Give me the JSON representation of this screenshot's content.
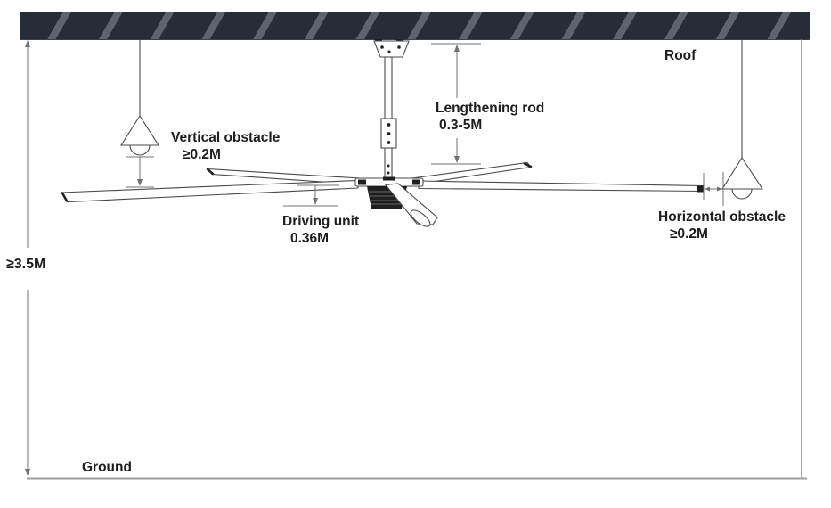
{
  "diagram": {
    "title_hint": "HVLS ceiling fan installation clearance diagram",
    "labels": {
      "roof": "Roof",
      "ground": "Ground",
      "ceiling_height": "≥3.5M",
      "vertical_obstacle": {
        "line1": "Vertical obstacle",
        "line2": "≥0.2M"
      },
      "lengthening_rod": {
        "line1": "Lengthening rod",
        "line2": "0.3-5M"
      },
      "driving_unit": {
        "line1": "Driving unit",
        "line2": "0.36M"
      },
      "horizontal_obstacle": {
        "line1": "Horizontal obstacle",
        "line2": "≥0.2M"
      }
    },
    "colors": {
      "roof_band": "#272d38",
      "roof_stripe": "#5d6470",
      "line": "#4a4a4a",
      "dimension": "#707070",
      "ground_line": "#9e9e9e",
      "wall_line": "#8c8c8c",
      "text": "#1d1d1d",
      "background": "#ffffff"
    }
  }
}
